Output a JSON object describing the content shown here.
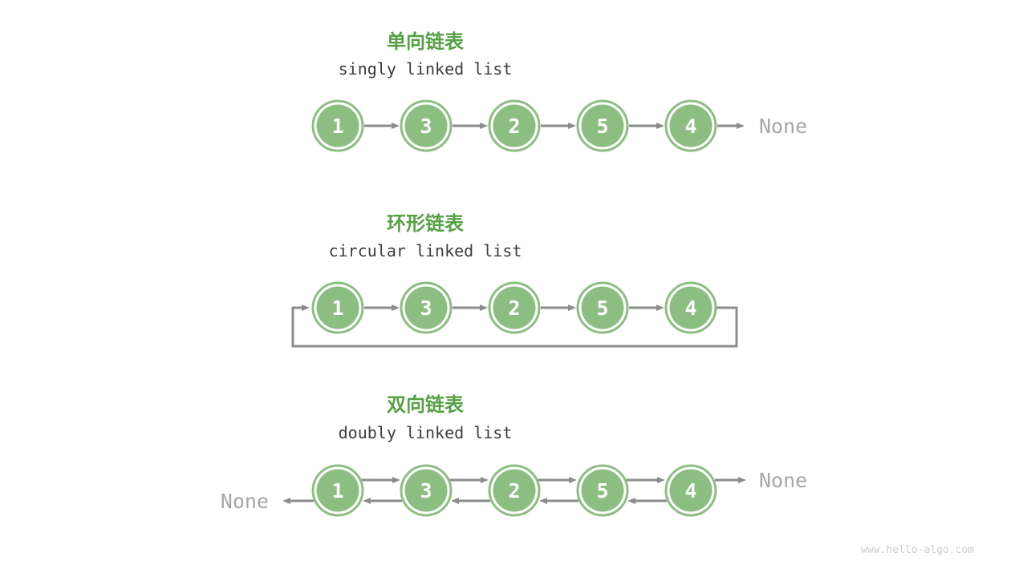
{
  "page": {
    "watermark": "www.hello-algo.com"
  },
  "colors": {
    "node_fill": "#8CBE82",
    "node_ring": "#8CBE82",
    "node_digit": "#ffffff",
    "title_green": "#57A047",
    "subtitle_text": "#3C3C3C",
    "arrow_gray": "#8C8C8C",
    "none_gray": "#A6A6A6",
    "watermark_gray": "#CCCCCC",
    "background": "#ffffff"
  },
  "sections": [
    {
      "id": "singly",
      "title": "单向链表",
      "subtitle": "singly linked list",
      "nodes": [
        "1",
        "3",
        "2",
        "5",
        "4"
      ],
      "tail_none": "None"
    },
    {
      "id": "circular",
      "title": "环形链表",
      "subtitle": "circular linked list",
      "nodes": [
        "1",
        "3",
        "2",
        "5",
        "4"
      ]
    },
    {
      "id": "doubly",
      "title": "双向链表",
      "subtitle": "doubly linked list",
      "nodes": [
        "1",
        "3",
        "2",
        "5",
        "4"
      ],
      "head_none": "None",
      "tail_none": "None"
    }
  ]
}
